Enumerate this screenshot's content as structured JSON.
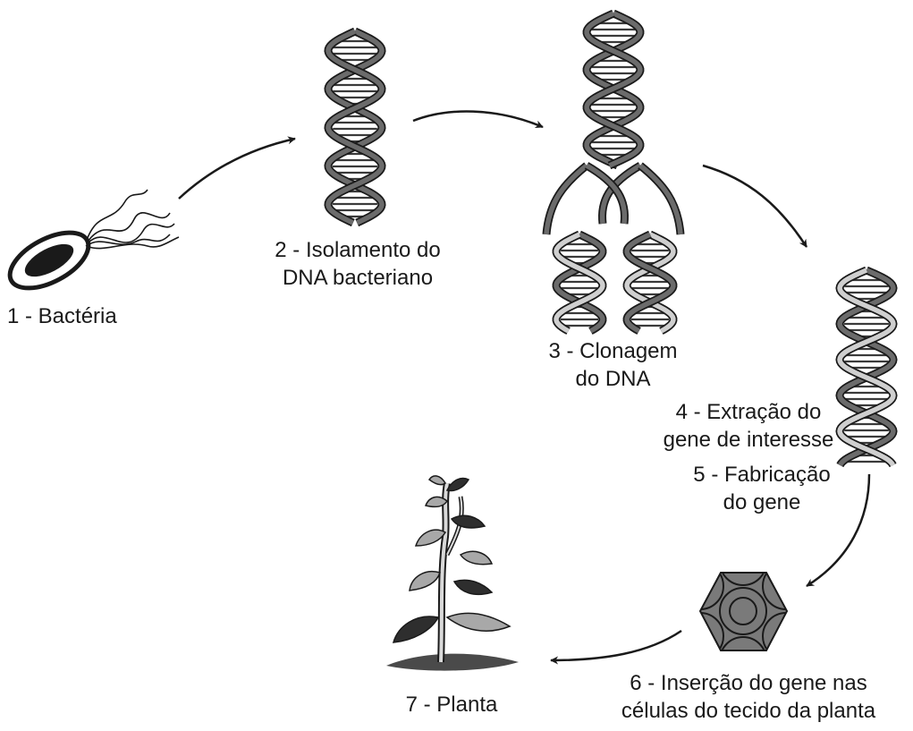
{
  "steps": [
    {
      "id": 1,
      "lines": [
        "1 - Bactéria"
      ]
    },
    {
      "id": 2,
      "lines": [
        "2 - Isolamento do",
        "DNA bacteriano"
      ]
    },
    {
      "id": 3,
      "lines": [
        "3 - Clonagem",
        "do DNA"
      ]
    },
    {
      "id": 4,
      "lines": [
        "4 - Extração do",
        "gene de interesse"
      ]
    },
    {
      "id": 5,
      "lines": [
        "5 - Fabricação",
        "do gene"
      ]
    },
    {
      "id": 6,
      "lines": [
        "6 - Inserção do gene nas",
        "células do tecido da planta"
      ]
    },
    {
      "id": 7,
      "lines": [
        "7 - Planta"
      ]
    }
  ],
  "colors": {
    "strand": "#6b6b6b",
    "strand_light": "#cfcfcf",
    "outline": "#1a1a1a",
    "rung": "#3a3a3a",
    "cell": "#7a7a7a",
    "leaf_light": "#a8a8a8",
    "leaf_dark": "#2e2e2e",
    "ground": "#4a4a4a"
  },
  "icons": [
    "bacterium-icon",
    "dna-helix-icon",
    "dna-replication-icon",
    "plant-cell-icon",
    "plant-icon",
    "arrow-icon"
  ]
}
